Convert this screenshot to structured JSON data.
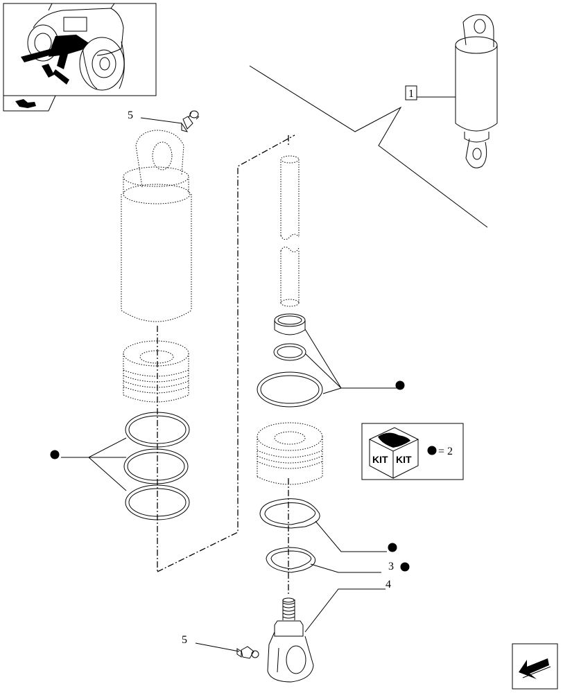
{
  "callouts": {
    "ref_box": "1",
    "pin_top": "5",
    "snap_ring": "3",
    "eye_end": "4",
    "pin_bottom": "5"
  },
  "kit": {
    "label_left": "KIT",
    "label_right": "KIT",
    "legend_value": "= 2"
  },
  "icons": {
    "thumbnail": "tractor-location-thumbnail",
    "nav": "nav-arrow-icon",
    "kit": "kit-box-icon",
    "bullet": "kit-bullet-icon"
  },
  "colors": {
    "line": "#000000",
    "background": "#ffffff"
  }
}
